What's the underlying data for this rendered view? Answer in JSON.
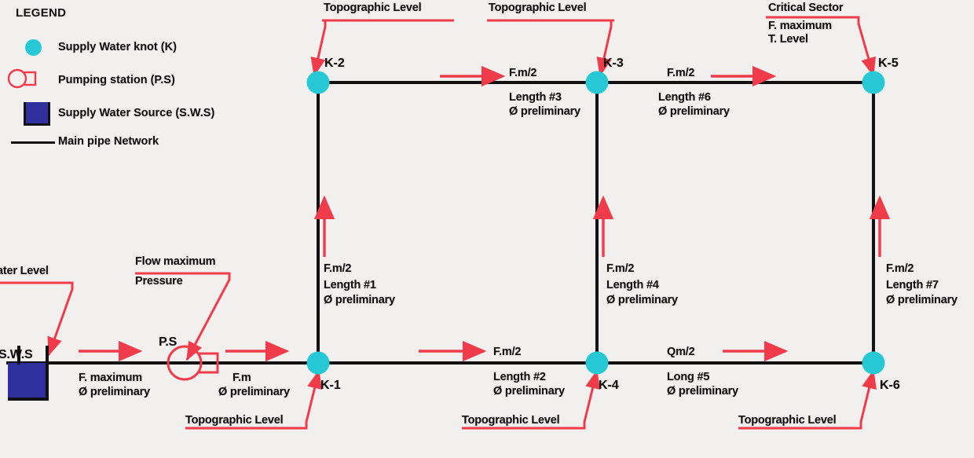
{
  "legend": {
    "title": "LEGEND",
    "items": [
      {
        "icon": "knot-circle-icon",
        "label": "Supply Water knot (K)"
      },
      {
        "icon": "pumping-station-icon",
        "label": "Pumping station (P.S)"
      },
      {
        "icon": "water-source-tank-icon",
        "label": "Supply Water Source (S.W.S)"
      },
      {
        "icon": "main-pipe-line-icon",
        "label": "Main pipe Network"
      }
    ]
  },
  "colors": {
    "knot": "#25c8d4",
    "source_tank": "#2f2f9e",
    "annotation": "#ef3b4a",
    "pipe": "#111111",
    "background": "#f2f0ee"
  },
  "nodes": [
    {
      "id": "K-1",
      "label": "K-1"
    },
    {
      "id": "K-2",
      "label": "K-2"
    },
    {
      "id": "K-3",
      "label": "K-3"
    },
    {
      "id": "K-4",
      "label": "K-4"
    },
    {
      "id": "K-5",
      "label": "K-5"
    },
    {
      "id": "K-6",
      "label": "K-6"
    }
  ],
  "source": {
    "label": "S.W.S",
    "level_annotation": "ater Level"
  },
  "pump": {
    "label": "P.S",
    "annotation_line1": "Flow maximum",
    "annotation_line2": "Pressure"
  },
  "pipes": [
    {
      "id": "source-to-pump",
      "flow": "F. maximum",
      "length": "",
      "diameter": "Ø preliminary"
    },
    {
      "id": "pump-to-K1",
      "flow": "F.m",
      "length": "",
      "diameter": "Ø preliminary"
    },
    {
      "id": "K1-to-K2",
      "flow": "F.m/2",
      "length": "Length #1",
      "diameter": "Ø preliminary"
    },
    {
      "id": "K1-to-K4",
      "flow": "F.m/2",
      "length": "Length #2",
      "diameter": "Ø preliminary"
    },
    {
      "id": "K2-to-K3",
      "flow": "F.m/2",
      "length": "Length #3",
      "diameter": "Ø preliminary"
    },
    {
      "id": "K4-to-K3",
      "flow": "F.m/2",
      "length": "Length #4",
      "diameter": "Ø preliminary"
    },
    {
      "id": "K4-to-K6",
      "flow": "Qm/2",
      "length": "Long #5",
      "diameter": "Ø preliminary"
    },
    {
      "id": "K3-to-K5",
      "flow": "F.m/2",
      "length": "Length #6",
      "diameter": "Ø preliminary"
    },
    {
      "id": "K6-to-K5",
      "flow": "F.m/2",
      "length": "Length #7",
      "diameter": "Ø preliminary"
    }
  ],
  "annotations": {
    "topographic_level": "Topographic Level",
    "critical_sector_line1": "Critical Sector",
    "critical_sector_line2": "F. maximum",
    "critical_sector_line3": "T. Level"
  }
}
